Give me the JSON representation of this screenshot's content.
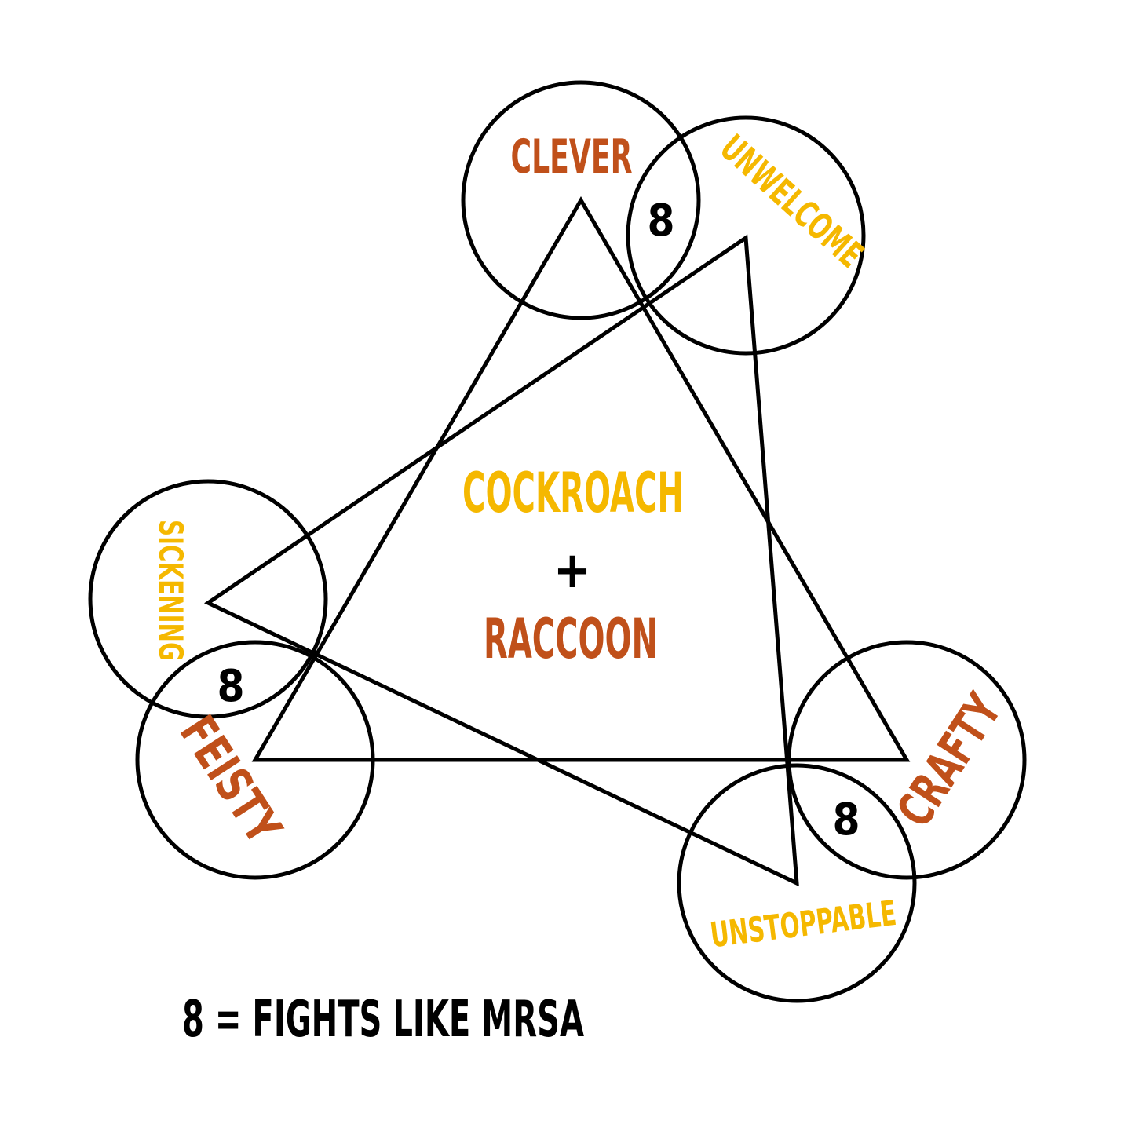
{
  "center": {
    "line1": "COCKROACH",
    "plus": "+",
    "line2": "RACCOON"
  },
  "circles": {
    "clever": "CLEVER",
    "unwelcome": "UNWELCOME",
    "sickening": "SICKENING",
    "feisty": "FEISTY",
    "crafty": "CRAFTY",
    "unstoppable": "UNSTOPPABLE"
  },
  "overlaps": {
    "top": "8",
    "left": "8",
    "right": "8"
  },
  "legend": "8 = FIGHTS LIKE MRSA",
  "colors": {
    "yellow": "#F5B800",
    "rust": "#C0501A",
    "ink": "#000000"
  }
}
